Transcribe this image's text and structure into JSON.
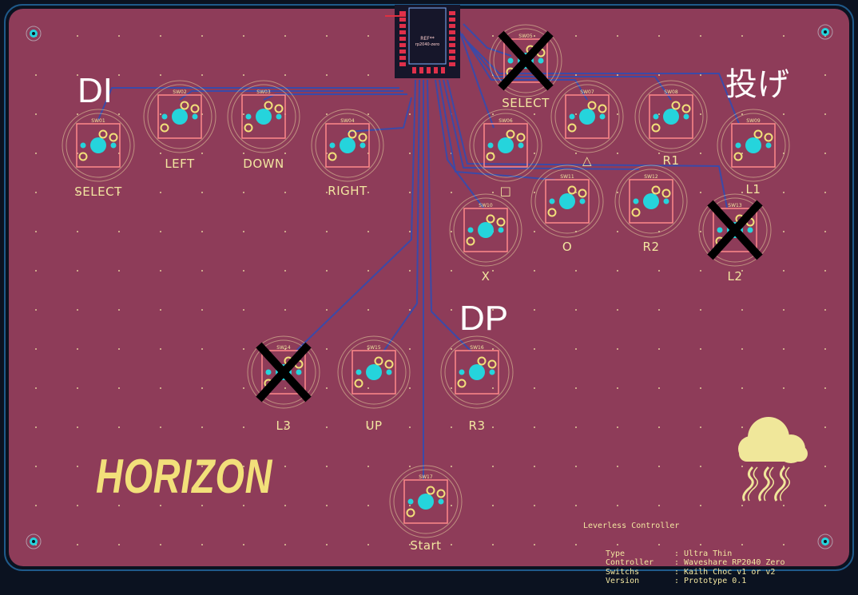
{
  "colors": {
    "frame": "#0b1220",
    "board": "#8e3c59",
    "silkscreen": "#f2e6a0",
    "pad_cyan": "#25d4dc",
    "pad_yellow": "#f2e07a",
    "trace": "#3b4aa8",
    "footprint": "#ff8a8a",
    "strike": "#000000"
  },
  "notes": {
    "di": "DI",
    "dp": "DP",
    "throw": "投げ"
  },
  "logo": "HORIZON",
  "mcu": {
    "ref": "REF**",
    "value": "rp2040-zero"
  },
  "switches": [
    {
      "ref": "SW01",
      "label": "SELECT",
      "struck": false
    },
    {
      "ref": "SW02",
      "label": "LEFT",
      "struck": false
    },
    {
      "ref": "SW03",
      "label": "DOWN",
      "struck": false
    },
    {
      "ref": "SW04",
      "label": "RIGHT",
      "struck": false
    },
    {
      "ref": "SW05",
      "label": "SELECT",
      "struck": true
    },
    {
      "ref": "SW06",
      "label": "□",
      "struck": false
    },
    {
      "ref": "SW07",
      "label": "△",
      "struck": false
    },
    {
      "ref": "SW08",
      "label": "R1",
      "struck": false
    },
    {
      "ref": "SW09",
      "label": "L1",
      "struck": false
    },
    {
      "ref": "SW10",
      "label": "X",
      "struck": false
    },
    {
      "ref": "SW11",
      "label": "O",
      "struck": false
    },
    {
      "ref": "SW12",
      "label": "R2",
      "struck": false
    },
    {
      "ref": "SW13",
      "label": "L2",
      "struck": true
    },
    {
      "ref": "SW14",
      "label": "L3",
      "struck": true
    },
    {
      "ref": "SW15",
      "label": "UP",
      "struck": false
    },
    {
      "ref": "SW16",
      "label": "R3",
      "struck": false
    },
    {
      "ref": "SW17",
      "label": "Start",
      "struck": false
    }
  ],
  "info": {
    "title": "Leverless Controller",
    "rows": [
      {
        "key": "Type",
        "value": ": Ultra Thin"
      },
      {
        "key": "Controller",
        "value": ": Waveshare RP2040 Zero"
      },
      {
        "key": "Switchs",
        "value": ": Kailh Choc v1 or v2"
      },
      {
        "key": "Version",
        "value": ": Prototype 0.1"
      }
    ]
  }
}
